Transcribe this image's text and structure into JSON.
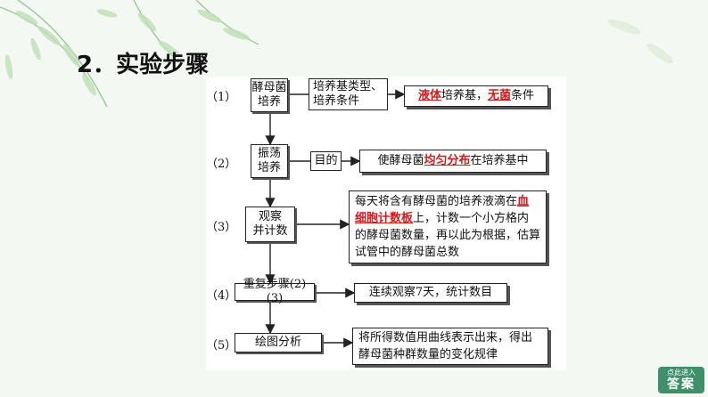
{
  "heading": "2．实验步骤",
  "steps": [
    {
      "num": "（1）",
      "main": "酵母菌\n培养",
      "mid": "培养基类型、\n培养条件",
      "detail": [
        {
          "t": "液体",
          "hl": true
        },
        {
          "t": "培养基，",
          "hl": false
        },
        {
          "t": "无菌",
          "hl": true
        },
        {
          "t": "条件",
          "hl": false
        }
      ]
    },
    {
      "num": "（2）",
      "main": "振荡\n培养",
      "mid": "目的",
      "detail": [
        {
          "t": "使酵母菌",
          "hl": false
        },
        {
          "t": "均匀分布",
          "hl": true
        },
        {
          "t": "在培养基中",
          "hl": false
        }
      ]
    },
    {
      "num": "（3）",
      "main": "观察\n并计数",
      "detail": [
        {
          "t": "每天将含有酵母菌的培养液滴在",
          "hl": false
        },
        {
          "t": "血细胞计数板",
          "hl": true
        },
        {
          "t": "上，计数一个小方格内的酵母菌数量，再以此为根据，估算试管中的酵母菌总数",
          "hl": false
        }
      ]
    },
    {
      "num": "（4）",
      "main": "重复步骤(2)(3)",
      "detail": [
        {
          "t": "连续观察7天，统计数目",
          "hl": false
        }
      ]
    },
    {
      "num": "（5）",
      "main": "绘图分析",
      "detail": [
        {
          "t": "将所得数值用曲线表示出来，得出酵母菌种群数量的变化规律",
          "hl": false
        }
      ]
    }
  ],
  "answer_button": {
    "top": "点此进入",
    "main": "答案"
  },
  "colors": {
    "highlight": "#d21a1a",
    "button": "#3f8f6a"
  }
}
